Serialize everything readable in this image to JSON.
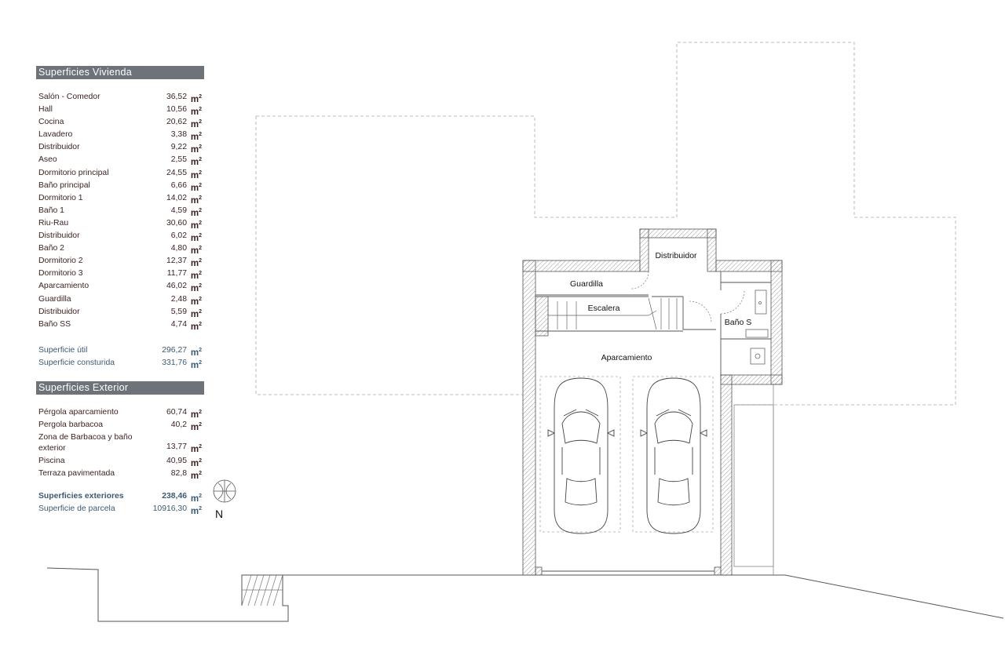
{
  "vivienda": {
    "title": "Superficies Vivienda",
    "unit": "m",
    "rooms": [
      {
        "name": "Salón - Comedor",
        "area": "36,52"
      },
      {
        "name": "Hall",
        "area": "10,56"
      },
      {
        "name": "Cocina",
        "area": "20,62"
      },
      {
        "name": "Lavadero",
        "area": "3,38"
      },
      {
        "name": "Distribuidor",
        "area": "9,22"
      },
      {
        "name": "Aseo",
        "area": "2,55"
      },
      {
        "name": "Dormitorio principal",
        "area": "24,55"
      },
      {
        "name": "Baño principal",
        "area": "6,66"
      },
      {
        "name": "Dormitorio 1",
        "area": "14,02"
      },
      {
        "name": "Baño 1",
        "area": "4,59"
      },
      {
        "name": "Riu-Rau",
        "area": "30,60"
      },
      {
        "name": "Distribuidor",
        "area": "6,02"
      },
      {
        "name": "Baño 2",
        "area": "4,80"
      },
      {
        "name": "Dormitorio 2",
        "area": "12,37"
      },
      {
        "name": "Dormitorio 3",
        "area": "11,77"
      },
      {
        "name": "Aparcamiento",
        "area": "46,02"
      },
      {
        "name": "Guardilla",
        "area": "2,48"
      },
      {
        "name": "Distribuidor",
        "area": "5,59"
      },
      {
        "name": "Baño SS",
        "area": "4,74"
      }
    ],
    "totals": [
      {
        "name": "Superficie útil",
        "area": "296,27"
      },
      {
        "name": "Superficie consturida",
        "area": "331,76"
      }
    ]
  },
  "exterior": {
    "title": "Superficies Exterior",
    "items": [
      {
        "name": "Pérgola aparcamiento",
        "area": "60,74"
      },
      {
        "name": "Pergola barbacoa",
        "area": "40,2"
      },
      {
        "name": "Zona de Barbacoa y baño exterior",
        "area": "13,77"
      },
      {
        "name": "Piscina",
        "area": "40,95"
      },
      {
        "name": "Terraza pavimentada",
        "area": "82,8"
      }
    ],
    "totals": [
      {
        "name": "Superficies exteriores",
        "area": "238,46"
      },
      {
        "name": "Superficie de parcela",
        "area": "10916,30"
      }
    ]
  },
  "compass": {
    "label": "N"
  },
  "plan_labels": {
    "distribuidor": "Distribuidor",
    "guardilla": "Guardilla",
    "escalera": "Escalera",
    "bano_s": "Baño S",
    "aparcamiento": "Aparcamiento"
  }
}
